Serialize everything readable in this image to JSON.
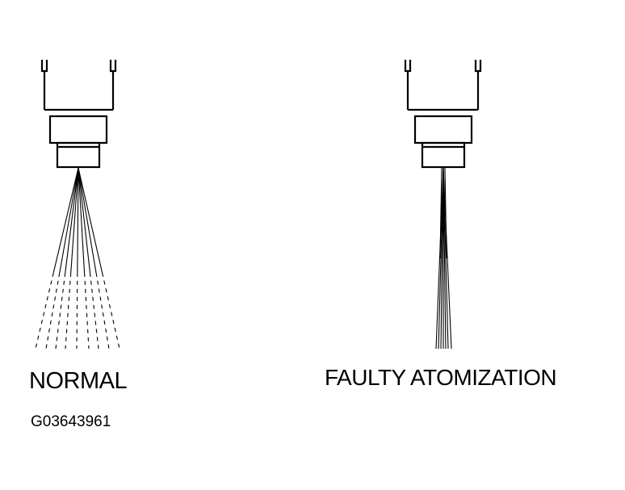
{
  "labels": {
    "normal": "NORMAL",
    "faulty": "FAULTY ATOMIZATION",
    "figure_code": "G03643961"
  }
}
